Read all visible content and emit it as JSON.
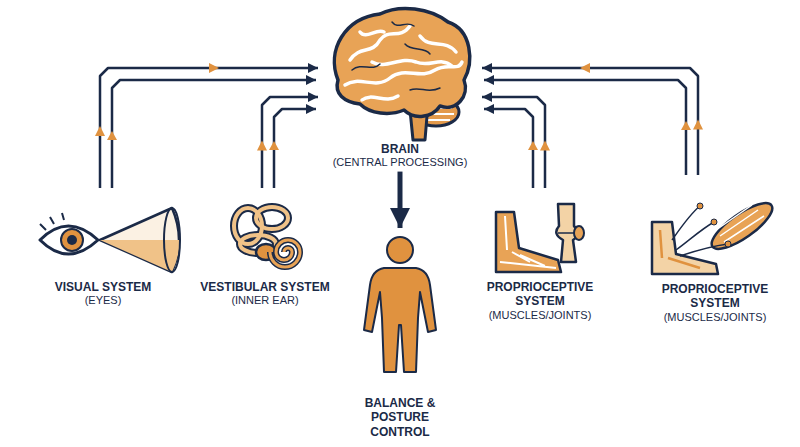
{
  "diagram": {
    "nodes": [
      {
        "text": [
          "BRAIN",
          "(CENTRAL PROCESSING)"
        ]
      },
      {
        "text": [
          "VISUAL SYSTEM",
          "(EYES)"
        ]
      },
      {
        "text": [
          "VESTIBULAR SYSTEM",
          "(INNER EAR)"
        ]
      },
      {
        "text": [
          "PROPRIOCEPTIVE SYSTEM",
          "(MUSCLES/JOINTS)"
        ]
      },
      {
        "text": [
          "PROPRIOCEPTIVE SYSTEM",
          "(MUSCLES/JOINTS)"
        ]
      },
      {
        "text": [
          "BALANCE & POSTURE CONTROL"
        ]
      }
    ],
    "edges": [
      {
        "from": 1,
        "to": 0,
        "arrow": "to"
      },
      {
        "from": 2,
        "to": 0,
        "arrow": "to"
      },
      {
        "from": 3,
        "to": 0,
        "arrow": "to"
      },
      {
        "from": 4,
        "to": 0,
        "arrow": "to"
      },
      {
        "from": 0,
        "to": 5,
        "arrow": "to"
      }
    ]
  }
}
